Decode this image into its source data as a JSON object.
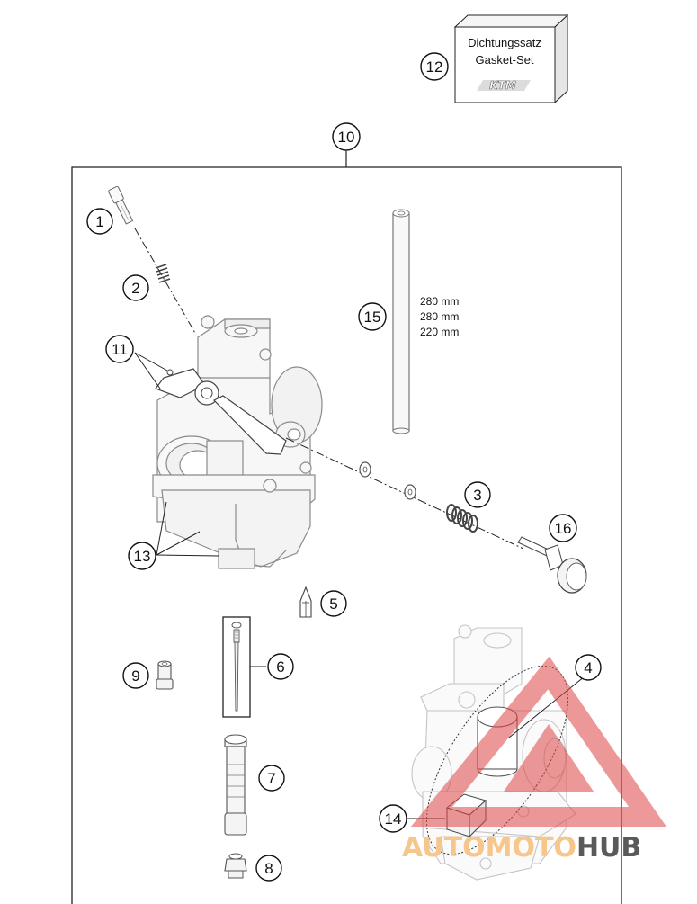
{
  "gasket_box": {
    "line1": "Dichtungssatz",
    "line2": "Gasket-Set",
    "brand_logo": "KTM"
  },
  "callouts": {
    "c1": "1",
    "c2": "2",
    "c3": "3",
    "c4": "4",
    "c5": "5",
    "c6": "6",
    "c7": "7",
    "c8": "8",
    "c9": "9",
    "c10": "10",
    "c11": "11",
    "c12": "12",
    "c13": "13",
    "c14": "14",
    "c15": "15",
    "c16": "16"
  },
  "tube_lengths": [
    "280 mm",
    "280 mm",
    "220 mm"
  ],
  "watermark": {
    "part1": "AUTO",
    "part2": "MOTO",
    "part3": "HUB",
    "color_light": "#f6c68a",
    "color_dark": "#5a5a5a",
    "triangle_color": "#e04545"
  },
  "colors": {
    "line": "#222222",
    "part_stroke": "#8a8a8a",
    "faint_stroke": "#c4c4c4",
    "part_fill": "#f2f2f2"
  }
}
